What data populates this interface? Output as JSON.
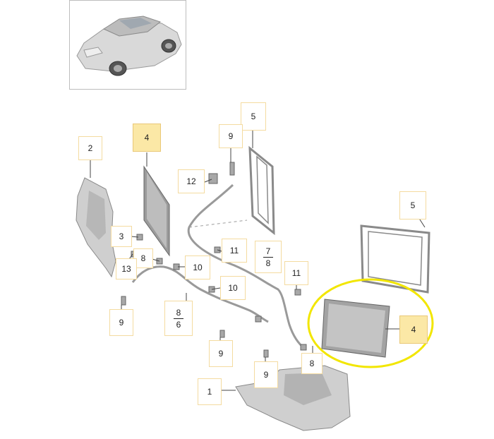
{
  "callouts": {
    "c2": "2",
    "c4a": "4",
    "c5a": "5",
    "c9a": "9",
    "c12": "12",
    "c3": "3",
    "c11a": "11",
    "c8a": "8",
    "c13": "13",
    "c10a": "10",
    "c7": "7",
    "c8b": "8",
    "c11b": "11",
    "c10b": "10",
    "c8c": "8",
    "c6": "6",
    "c9b": "9",
    "c9c": "9",
    "c5b": "5",
    "c4b": "4",
    "c8d": "8",
    "c9d": "9",
    "c1": "1"
  },
  "colors": {
    "highlight_fill": "#fbe8a6",
    "callout_border": "#f4dba0",
    "selection_ring": "#f2e600",
    "part_gray": "#bfbfbf",
    "part_dark": "#8a8a8a"
  },
  "icons": {
    "thumbnail": "car-thumbnail-icon"
  }
}
